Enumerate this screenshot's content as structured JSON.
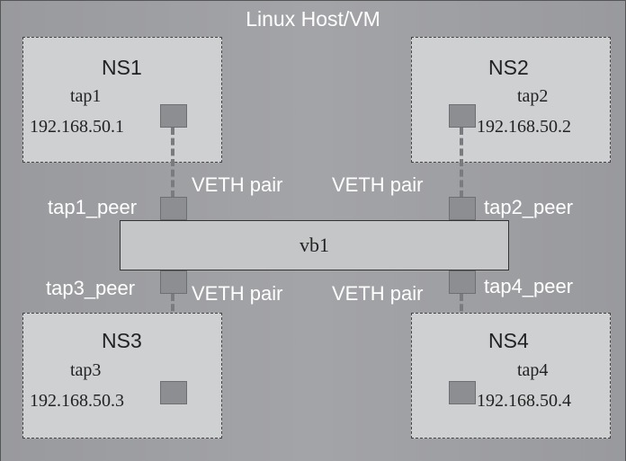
{
  "title": "Linux Host/VM",
  "bridge": {
    "name": "vb1"
  },
  "veth_label": "VETH pair",
  "namespaces": [
    {
      "name": "NS1",
      "tap": "tap1",
      "ip": "192.168.50.1",
      "peer": "tap1_peer"
    },
    {
      "name": "NS2",
      "tap": "tap2",
      "ip": "192.168.50.2",
      "peer": "tap2_peer"
    },
    {
      "name": "NS3",
      "tap": "tap3",
      "ip": "192.168.50.3",
      "peer": "tap3_peer"
    },
    {
      "name": "NS4",
      "tap": "tap4",
      "ip": "192.168.50.4",
      "peer": "tap4_peer"
    }
  ]
}
